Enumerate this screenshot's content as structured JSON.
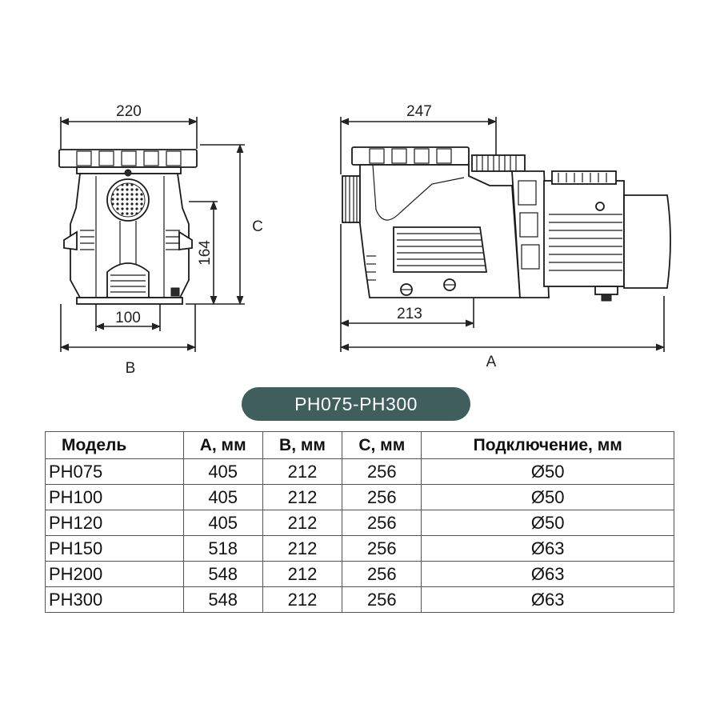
{
  "dimensions": {
    "front_width": "220",
    "side_length": "247",
    "height_label": "C",
    "mount_height": "164",
    "foot_spacing": "100",
    "base_label": "B",
    "inlet_offset": "213",
    "total_label": "A"
  },
  "series": "PH075-PH300",
  "table": {
    "headers": [
      "Модель",
      "A, мм",
      "B, мм",
      "C, мм",
      "Подключение, мм"
    ],
    "rows": [
      [
        "PH075",
        "405",
        "212",
        "256",
        "Ø50"
      ],
      [
        "PH100",
        "405",
        "212",
        "256",
        "Ø50"
      ],
      [
        "PH120",
        "405",
        "212",
        "256",
        "Ø50"
      ],
      [
        "PH150",
        "518",
        "212",
        "256",
        "Ø63"
      ],
      [
        "PH200",
        "548",
        "212",
        "256",
        "Ø63"
      ],
      [
        "PH300",
        "548",
        "212",
        "256",
        "Ø63"
      ]
    ]
  }
}
